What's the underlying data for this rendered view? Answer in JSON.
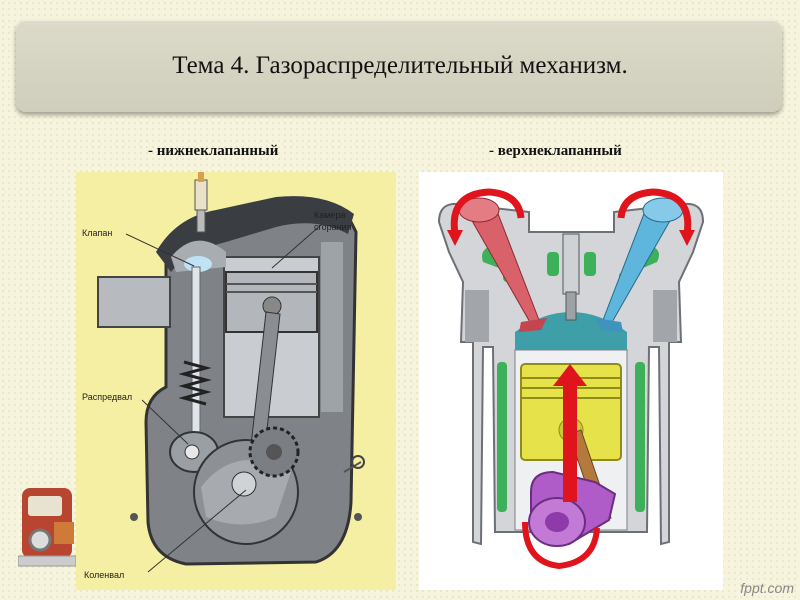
{
  "title": "Тема 4. Газораспределительный механизм.",
  "captions": {
    "left": "- нижнеклапанный",
    "right": "- верхнеклапанный"
  },
  "left_diagram": {
    "labels": {
      "valve": "Клапан",
      "chamber_line1": "Камера",
      "chamber_line2": "сгорания",
      "camshaft": "Распредвал",
      "crankshaft": "Коленвал"
    }
  },
  "watermark": "fppt.com",
  "colors": {
    "background": "#f6f4dc",
    "banner": "#d6d4c2",
    "left_panel": "#f5efa3",
    "intake_valve": "#d9626a",
    "exhaust_valve": "#5fb6dc",
    "piston": "#e5e24a",
    "arrow": "#e0141c",
    "crank": "#b05cc8"
  }
}
